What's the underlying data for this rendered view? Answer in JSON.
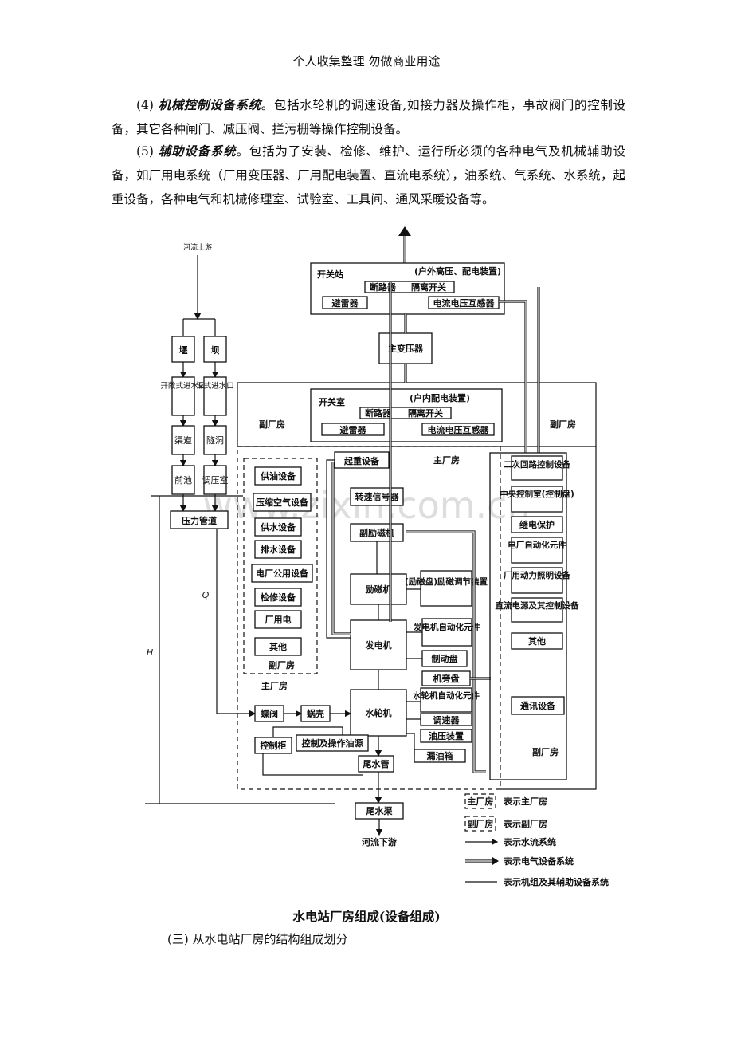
{
  "header": "个人收集整理  勿做商业用途",
  "p1": {
    "num": "(4)",
    "term": "机械控制设备系统",
    "text": "。包括水轮机的调速设备,如接力器及操作柜，事故阀门的控制设备，其它各种闸门、减压阀、拦污栅等操作控制设备。"
  },
  "p2": {
    "num": "(5)",
    "term": "辅助设备系统",
    "text": "。包括为了安装、检修、维护、运行所必须的各种电气及机械辅助设备，如厂用电系统（厂用变压器、厂用配电装置、直流电系统），油系统、气系统、水系统，起重设备，各种电气和机械修理室、试验室、工具间、通风采暖设备等。"
  },
  "diagram": {
    "river_up": "河流上游",
    "river_down": "河流下游",
    "dam_weir": "堰",
    "dam": "坝",
    "intake_open": "开敞式进水口",
    "intake_deep": "深式进水口",
    "canal": "渠道",
    "tunnel": "隧洞",
    "forebay": "前池",
    "surge": "调压室",
    "penstock": "压力管道",
    "q": "Q",
    "h": "H",
    "switch_station": "开关站",
    "outdoor": "(户外高压、配电装置)",
    "breaker": "断路器",
    "isolator": "隔离开关",
    "arrester_out": "避雷器",
    "ctpt_out": "电流电压互感器",
    "main_transformer": "主变压器",
    "switch_room": "开关室",
    "indoor": "(户内配电装置)",
    "arrester_in": "避雷器",
    "ctpt_in": "电流电压互感器",
    "aux_house_left": "副厂房",
    "aux_house_right": "副厂房",
    "aux_house_bottom": "副厂房",
    "main_house": "主厂房",
    "main_house_low": "主厂房",
    "aux_house_inner": "副厂房",
    "crane": "起重设备",
    "left_list": [
      "供油设备",
      "压缩空气设备",
      "供水设备",
      "排水设备",
      "电厂公用设备",
      "检修设备",
      "厂用电",
      "其他"
    ],
    "speed_signal": "转速信号器",
    "sub_exciter": "副励磁机",
    "exciter": "励磁机",
    "exc_panel": "(励磁盘)励磁调节装置",
    "generator": "发电机",
    "gen_auto": "发电机自动化元件",
    "brake": "制动盘",
    "unit_panel": "机旁盘",
    "turbine_auto": "水轮机自动化元件",
    "governor": "调速器",
    "oil_pressure": "油压装置",
    "leak_tank": "漏油箱",
    "butterfly": "蝶阀",
    "scroll": "蜗壳",
    "turbine": "水轮机",
    "ctrl_cabinet": "控制柜",
    "ctrl_oil": "控制及操作油源",
    "draft_tube": "尾水管",
    "tailrace": "尾水渠",
    "right_list": [
      "二次回路控制设备",
      "中央控制室(控制盘)",
      "继电保护",
      "电厂自动化元件",
      "厂用动力照明设备",
      "直流电源及其控制设备",
      "其他"
    ],
    "comm": "通讯设备",
    "legend": [
      {
        "sym": "主厂房",
        "text": "表示主厂房"
      },
      {
        "sym": "副厂房",
        "text": "表示副厂房"
      },
      {
        "sym": "",
        "text": "表示水流系统"
      },
      {
        "sym": "",
        "text": "表示电气设备系统"
      },
      {
        "sym": "",
        "text": "表示机组及其辅助设备系统"
      }
    ],
    "watermark": "www.zixin.com.cn"
  },
  "caption": "水电站厂房组成(设备组成)",
  "section": "(三)  从水电站厂房的结构组成划分"
}
